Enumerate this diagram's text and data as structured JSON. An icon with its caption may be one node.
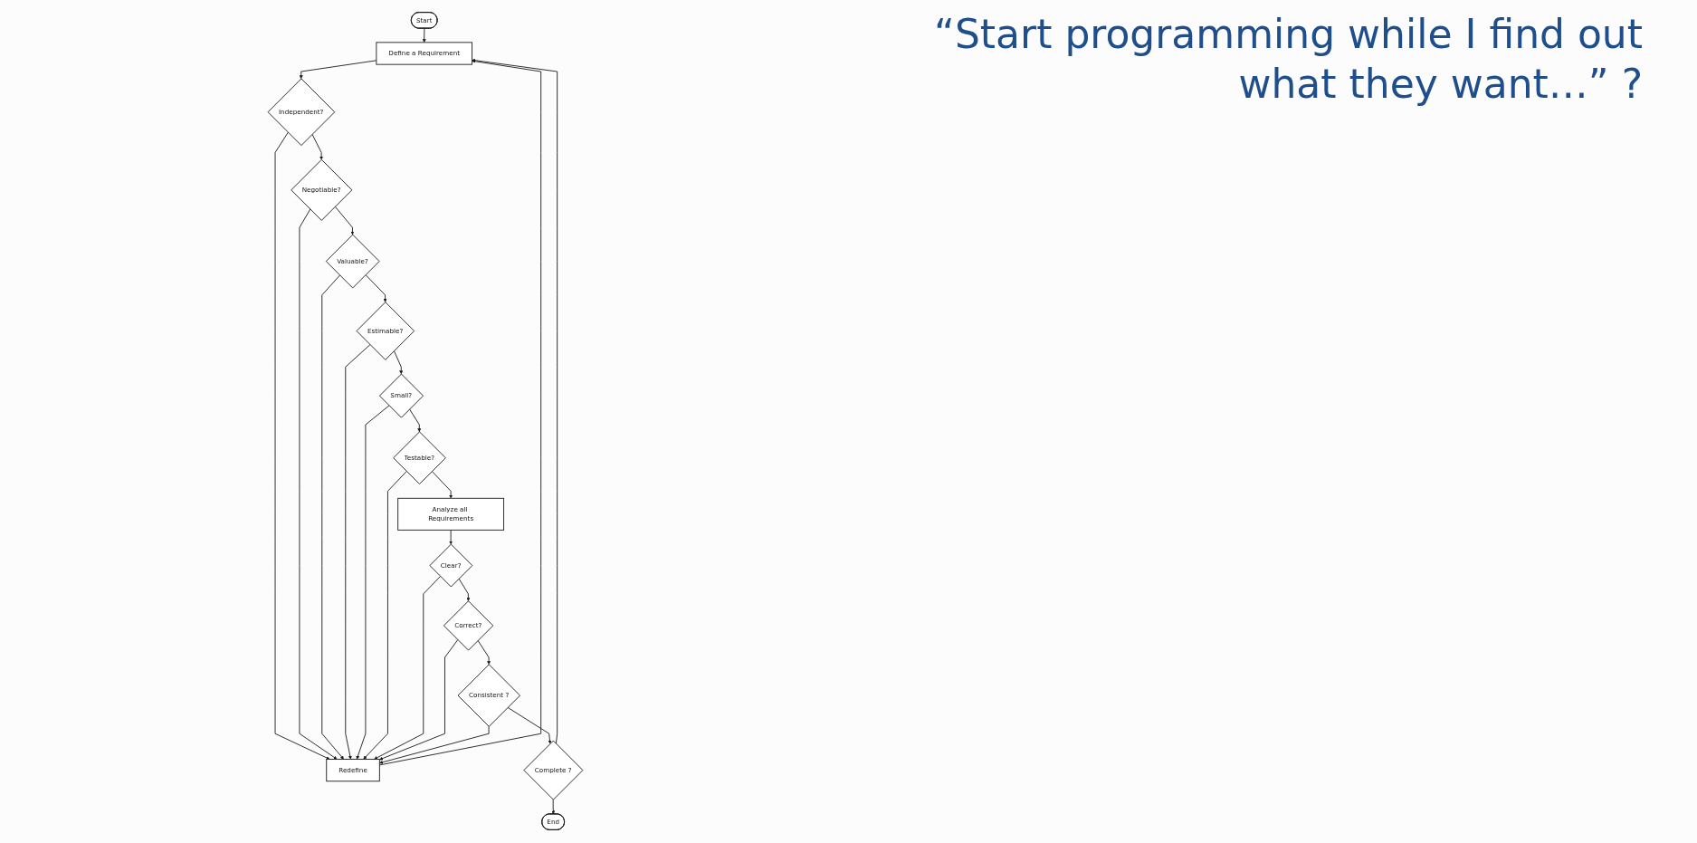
{
  "diagram": {
    "title": "“Start programming while I find out what they want…” ?",
    "nodes": [
      {
        "text": [
          "Start"
        ]
      },
      {
        "text": [
          "Define a Requirement"
        ]
      },
      {
        "text": [
          "Independent?"
        ]
      },
      {
        "text": [
          "Redefine"
        ]
      },
      {
        "text": [
          "Negotiable?"
        ]
      },
      {
        "text": [
          "Valuable?"
        ]
      },
      {
        "text": [
          "Estimable?"
        ]
      },
      {
        "text": [
          "Small?"
        ]
      },
      {
        "text": [
          "Testable?"
        ]
      },
      {
        "text": [
          "Analyze all Requirements"
        ]
      },
      {
        "text": [
          "Clear?"
        ]
      },
      {
        "text": [
          "Correct?"
        ]
      },
      {
        "text": [
          "Consistent ?"
        ]
      },
      {
        "text": [
          "Complete ?"
        ]
      },
      {
        "text": [
          "End"
        ]
      }
    ],
    "edges": [
      {
        "from": 0,
        "to": 1,
        "arrow": "to"
      },
      {
        "from": 1,
        "to": 2,
        "arrow": "to"
      },
      {
        "from": 2,
        "to": 3,
        "arrow": "to"
      },
      {
        "from": 2,
        "to": 4,
        "arrow": "to"
      },
      {
        "from": 4,
        "to": 3,
        "arrow": "to"
      },
      {
        "from": 4,
        "to": 5,
        "arrow": "to"
      },
      {
        "from": 5,
        "to": 3,
        "arrow": "to"
      },
      {
        "from": 5,
        "to": 6,
        "arrow": "to"
      },
      {
        "from": 6,
        "to": 3,
        "arrow": "to"
      },
      {
        "from": 6,
        "to": 7,
        "arrow": "to"
      },
      {
        "from": 7,
        "to": 3,
        "arrow": "to"
      },
      {
        "from": 7,
        "to": 8,
        "arrow": "to"
      },
      {
        "from": 8,
        "to": 3,
        "arrow": "to"
      },
      {
        "from": 8,
        "to": 9,
        "arrow": "to"
      },
      {
        "from": 9,
        "to": 10,
        "arrow": "to"
      },
      {
        "from": 10,
        "to": 3,
        "arrow": "to"
      },
      {
        "from": 10,
        "to": 11,
        "arrow": "to"
      },
      {
        "from": 11,
        "to": 3,
        "arrow": "to"
      },
      {
        "from": 11,
        "to": 12,
        "arrow": "to"
      },
      {
        "from": 12,
        "to": 3,
        "arrow": "to"
      },
      {
        "from": 12,
        "to": 13,
        "arrow": "to"
      },
      {
        "from": 13,
        "to": 14,
        "arrow": "to"
      },
      {
        "from": 13,
        "to": 1,
        "arrow": "to"
      },
      {
        "from": 3,
        "to": 1,
        "arrow": "to"
      }
    ]
  }
}
